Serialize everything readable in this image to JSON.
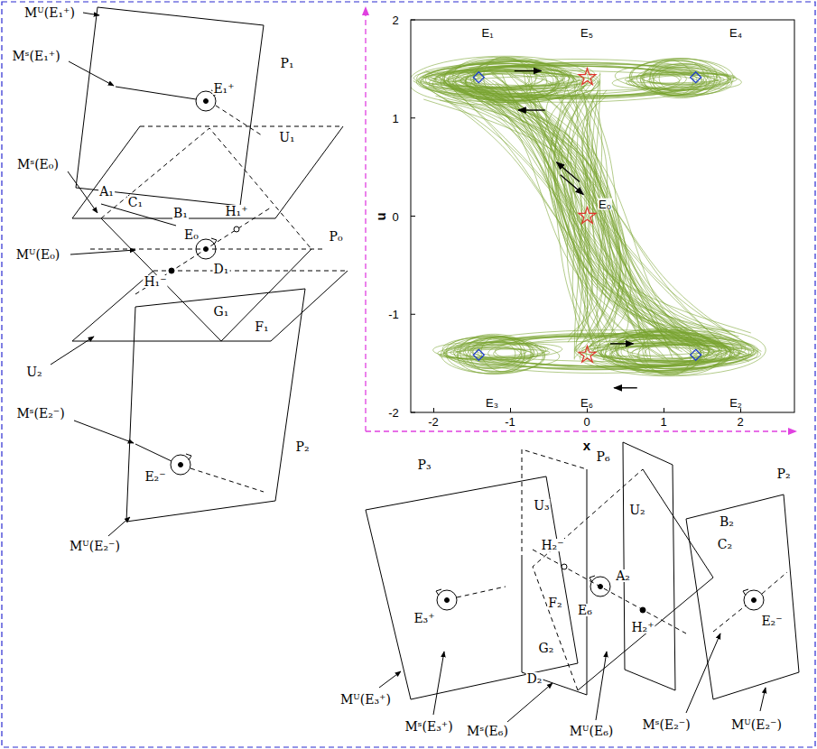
{
  "diagram": {
    "labels": [
      "Mᵁ(E₁⁺)",
      "Mˢ(E₁⁺)",
      "E₁⁺",
      "P₁",
      "U₁",
      "Mˢ(E₀)",
      "A₁",
      "C₁",
      "B₁",
      "H₁⁺",
      "Mᵁ(E₀)",
      "E₀",
      "P₀",
      "D₁",
      "H₁⁻",
      "G₁",
      "F₁",
      "U₂",
      "Mˢ(E₂⁻)",
      "E₂⁻",
      "P₂",
      "Mᵁ(E₂⁻)",
      "2",
      "1",
      "0",
      "-1",
      "-2",
      "-2",
      "-1",
      "0",
      "1",
      "2",
      "x",
      "u",
      "E₁",
      "E₅",
      "E₄",
      "E₀",
      "E₃",
      "E₆",
      "E₂",
      "P₃",
      "P₆",
      "P₂",
      "U₃",
      "U₂",
      "B₂",
      "C₂",
      "H₂⁻",
      "A₂",
      "E₃⁺",
      "F₂",
      "E₆",
      "H₂⁺",
      "E₂⁻",
      "G₂",
      "D₂",
      "Mᵁ(E₃⁺)",
      "Mˢ(E₃⁺)",
      "Mˢ(E₆)",
      "Mᵁ(E₆)",
      "Mˢ(E₂⁻)",
      "Mᵁ(E₂⁻)"
    ]
  }
}
